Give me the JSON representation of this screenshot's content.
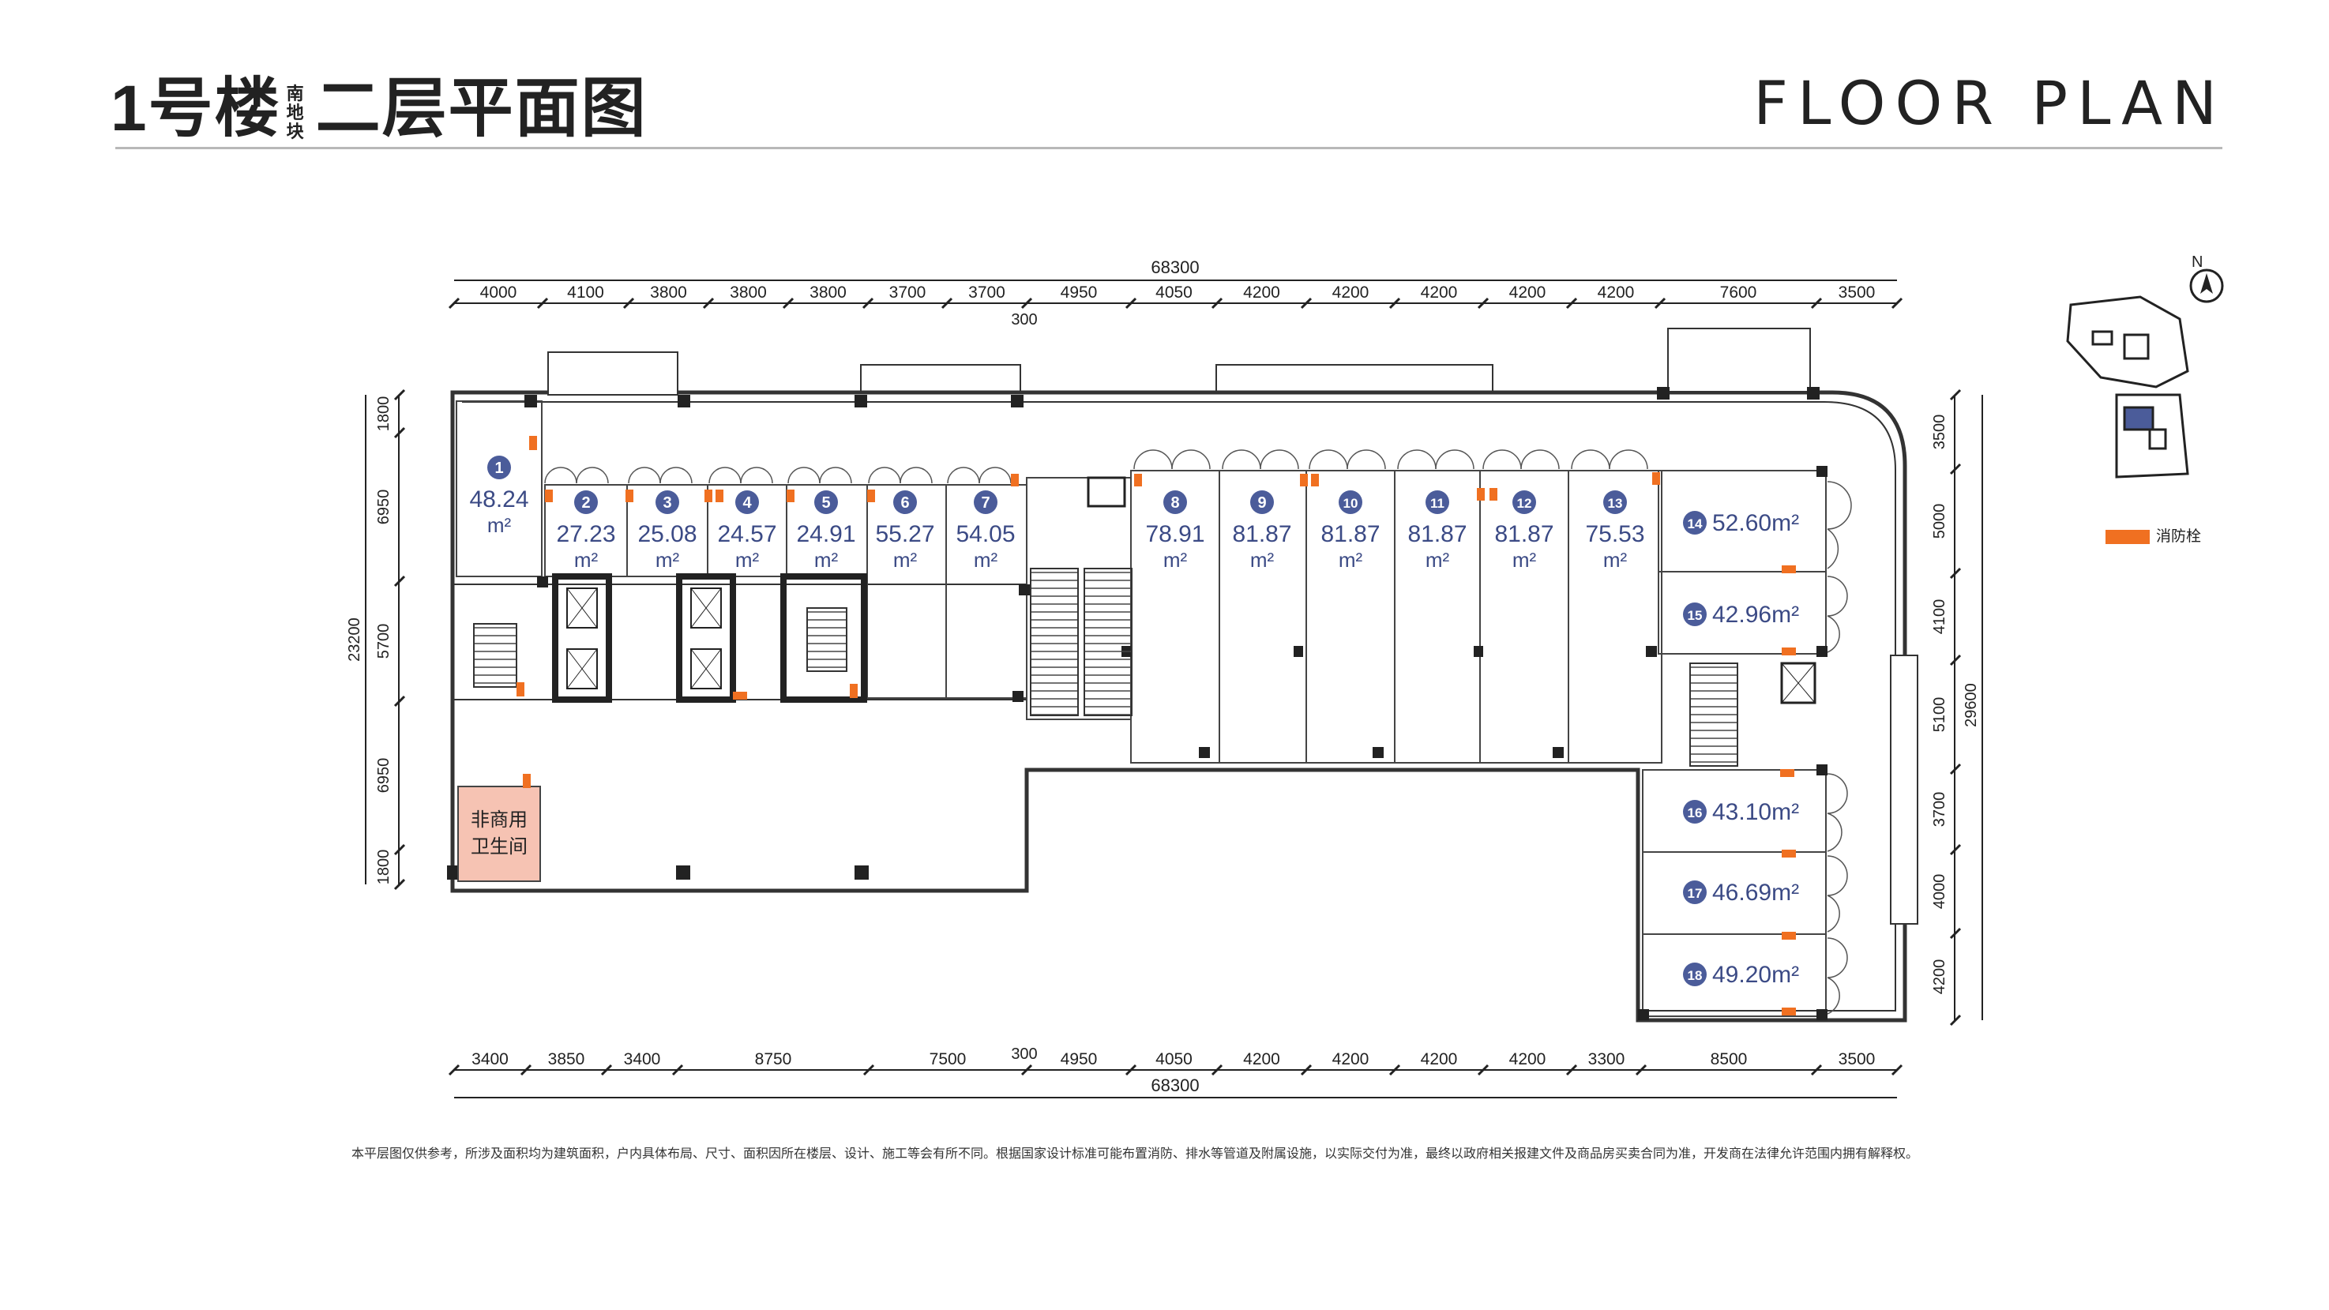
{
  "header": {
    "building": "1号楼",
    "block_line1": "南",
    "block_line2": "地",
    "block_line3": "块",
    "floor_title": "二层平面图",
    "english_title": "FLOOR PLAN"
  },
  "dimensions": {
    "top_total": "68300",
    "top_segments": [
      "4000",
      "4100",
      "3800",
      "3800",
      "3800",
      "3700",
      "3700",
      "4950",
      "4050",
      "4200",
      "4200",
      "4200",
      "4200",
      "4200",
      "7600",
      "3500"
    ],
    "top_gap": "300",
    "bottom_total": "68300",
    "bottom_segments": [
      "3400",
      "3850",
      "3400",
      "8750",
      "7500",
      "4950",
      "4050",
      "4200",
      "4200",
      "4200",
      "4200",
      "3300",
      "8500",
      "3500"
    ],
    "bottom_gap": "300",
    "left_total": "23200",
    "left_segments": [
      "1800",
      "6950",
      "5700",
      "6950",
      "1800"
    ],
    "right_total": "29600",
    "right_segments": [
      "3500",
      "5000",
      "4100",
      "5100",
      "3700",
      "4000",
      "4200"
    ]
  },
  "units": [
    {
      "no": "1",
      "area": "48.24",
      "unit": "m²"
    },
    {
      "no": "2",
      "area": "27.23",
      "unit": "m²"
    },
    {
      "no": "3",
      "area": "25.08",
      "unit": "m²"
    },
    {
      "no": "4",
      "area": "24.57",
      "unit": "m²"
    },
    {
      "no": "5",
      "area": "24.91",
      "unit": "m²"
    },
    {
      "no": "6",
      "area": "55.27",
      "unit": "m²"
    },
    {
      "no": "7",
      "area": "54.05",
      "unit": "m²"
    },
    {
      "no": "8",
      "area": "78.91",
      "unit": "m²"
    },
    {
      "no": "9",
      "area": "81.87",
      "unit": "m²"
    },
    {
      "no": "10",
      "area": "81.87",
      "unit": "m²"
    },
    {
      "no": "11",
      "area": "81.87",
      "unit": "m²"
    },
    {
      "no": "12",
      "area": "81.87",
      "unit": "m²"
    },
    {
      "no": "13",
      "area": "75.53",
      "unit": "m²"
    },
    {
      "no": "14",
      "area": "52.60m²"
    },
    {
      "no": "15",
      "area": "42.96m²"
    },
    {
      "no": "16",
      "area": "43.10m²"
    },
    {
      "no": "17",
      "area": "46.69m²"
    },
    {
      "no": "18",
      "area": "49.20m²"
    }
  ],
  "restroom": {
    "line1": "非商用",
    "line2": "卫生间"
  },
  "compass": {
    "label": "N"
  },
  "legend": {
    "label": "消防栓"
  },
  "colors": {
    "unit_circle": "#4b5c9a",
    "hydrant": "#f07021",
    "restroom_fill": "#f6c3b3",
    "wall": "#222222",
    "keyplan_highlight": "#4b5c9a"
  },
  "disclaimer": "本平层图仅供参考，所涉及面积均为建筑面积，户内具体布局、尺寸、面积因所在楼层、设计、施工等会有所不同。根据国家设计标准可能布置消防、排水等管道及附属设施，以实际交付为准，最终以政府相关报建文件及商品房买卖合同为准，开发商在法律允许范围内拥有解释权。"
}
